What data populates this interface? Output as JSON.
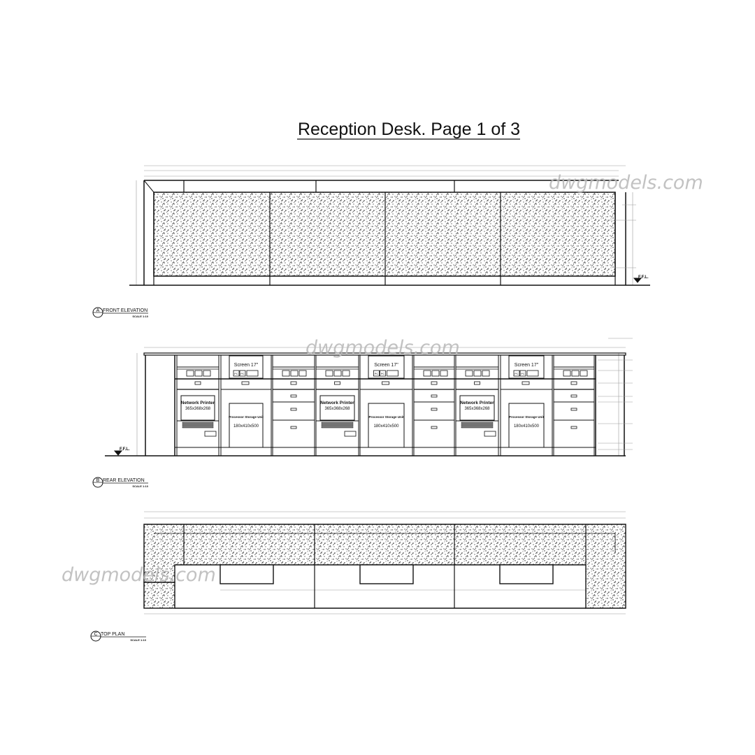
{
  "title": "Reception Desk. Page 1 of 3",
  "watermark": "dwgmodels.com",
  "colors": {
    "ink": "#111111",
    "dimension": "#9a9a9a",
    "watermark": "#b8b8b8"
  },
  "views": [
    {
      "marker": "A",
      "label": "FRONT ELEVATION",
      "scale": "SCALE 1:10"
    },
    {
      "marker": "B",
      "label": "REAR ELEVATION",
      "scale": "SCALE 1:10"
    },
    {
      "marker": "C",
      "label": "TOP PLAN",
      "scale": "SCALE 1:10"
    }
  ],
  "floor_level": "F.F.L.",
  "rear_elevation": {
    "screen": "Screen 17\"",
    "pc": "PC",
    "printer_name": "Network Printer",
    "printer_size": "365x368x268",
    "storage_name": "Processor Storage Unit",
    "storage_size": "180x410x500"
  }
}
